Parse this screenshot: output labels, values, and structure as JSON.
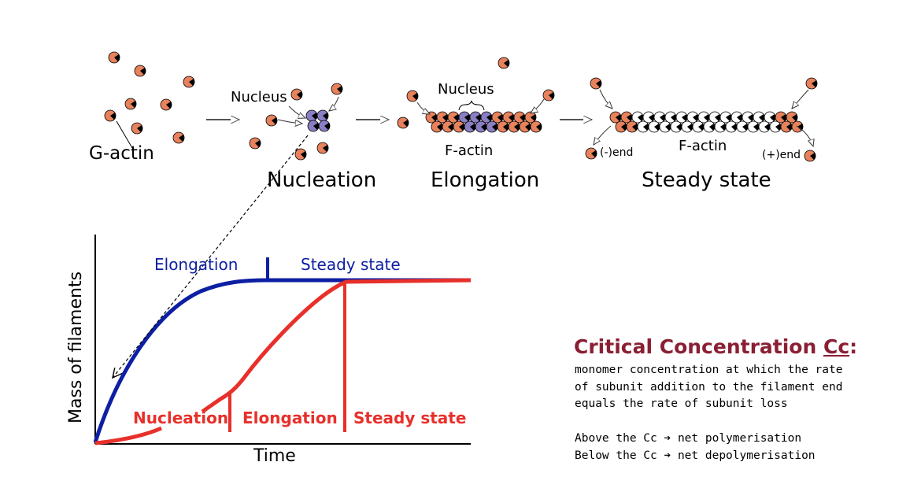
{
  "top": {
    "gactin": "G-actin",
    "nucleus_1": "Nucleus",
    "nucleation": "Nucleation",
    "nucleus_2": "Nucleus",
    "factin_1": "F-actin",
    "elongation": "Elongation",
    "minus_end": "(-)end",
    "factin_2": "F-actin",
    "plus_end": "(+)end",
    "steady_state": "Steady state"
  },
  "graph": {
    "ylabel": "Mass of filaments",
    "xlabel": "Time",
    "blue_elongation": "Elongation",
    "blue_steady": "Steady state",
    "red_nucleation": "Nucleation",
    "red_elongation": "Elongation",
    "red_steady": "Steady state"
  },
  "cc": {
    "title_prefix": "Critical Concentration ",
    "title_cc": "Cc",
    "title_colon": ":",
    "line1": "monomer concentration at which the rate",
    "line2": "of subunit addition to the filament end",
    "line3": "equals the rate of subunit loss",
    "line4": "Above the Cc ➔ net polymerisation",
    "line5": "Below the Cc ➔ net depolymerisation"
  },
  "colors": {
    "monomer": "#e8825c",
    "nucleus_monomer": "#8a7fc4",
    "blue_curve": "#0d1fa3",
    "red_curve": "#e8302a",
    "cc_title": "#8a1f34"
  }
}
